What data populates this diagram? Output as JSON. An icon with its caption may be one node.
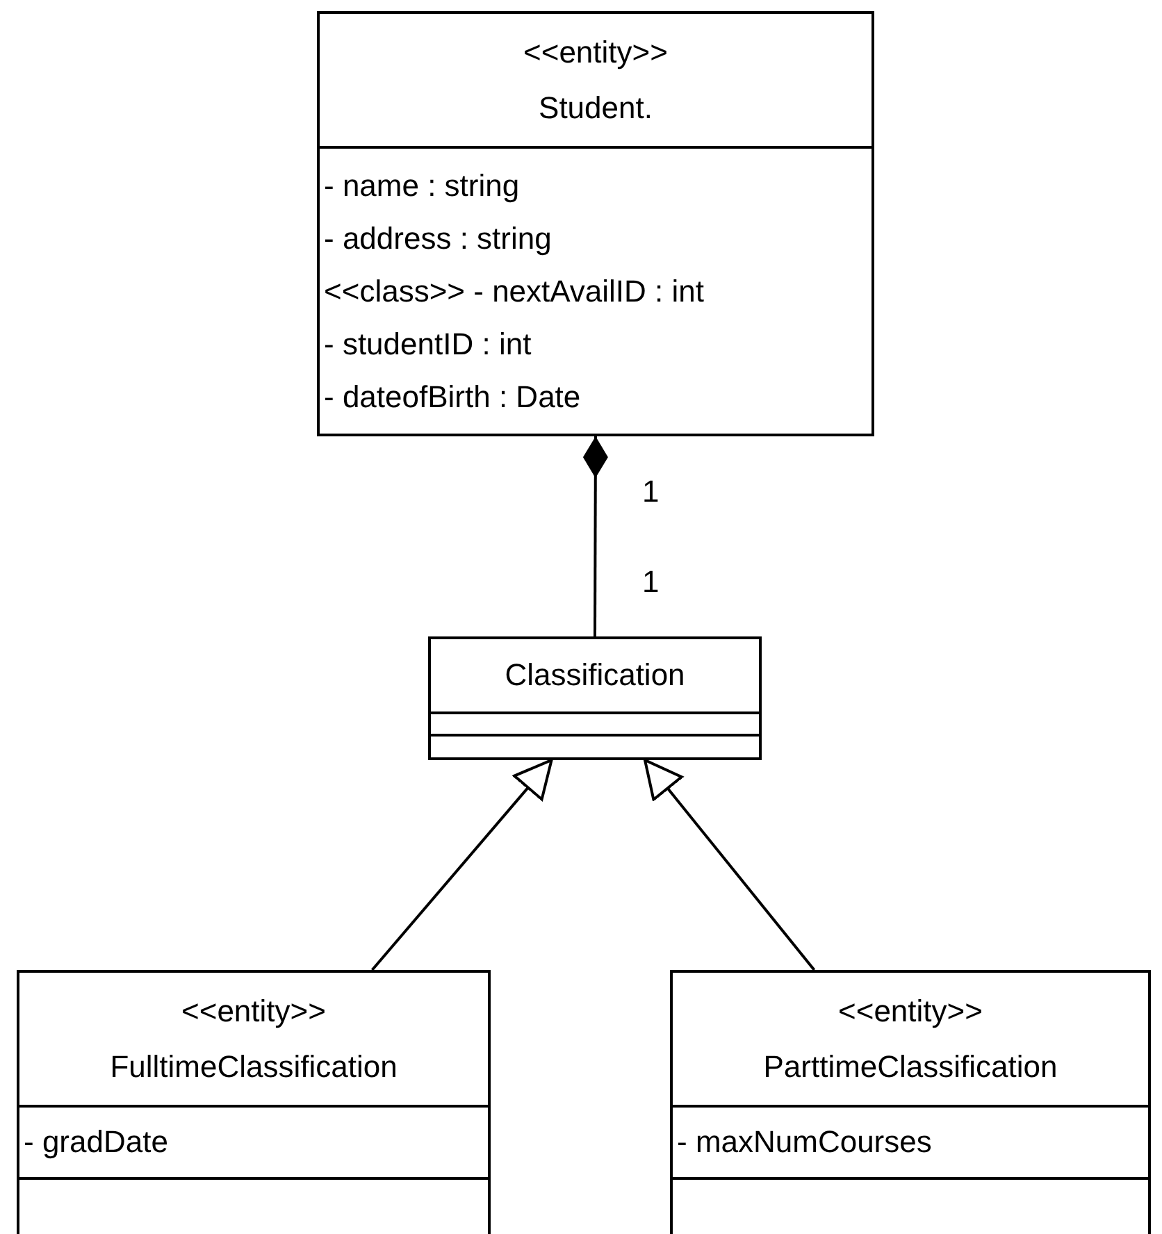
{
  "diagram": {
    "nodes": [
      {
        "text": [
          "<<entity>>",
          "Student.",
          "- name : string",
          "- address : string",
          "<<class>> - nextAvailID : int",
          "- studentID : int",
          "- dateofBirth : Date"
        ]
      },
      {
        "text": [
          "Classification"
        ]
      },
      {
        "text": [
          "<<entity>>",
          "FulltimeClassification",
          "- gradDate"
        ]
      },
      {
        "text": [
          "<<entity>>",
          "ParttimeClassification",
          "- maxNumCourses"
        ]
      }
    ],
    "edges": [
      {
        "from": 1,
        "to": 0,
        "arrow": "other"
      },
      {
        "from": 2,
        "to": 1,
        "arrow": "to"
      },
      {
        "from": 3,
        "to": 1,
        "arrow": "to"
      }
    ],
    "labels": [
      "1",
      "1"
    ]
  }
}
